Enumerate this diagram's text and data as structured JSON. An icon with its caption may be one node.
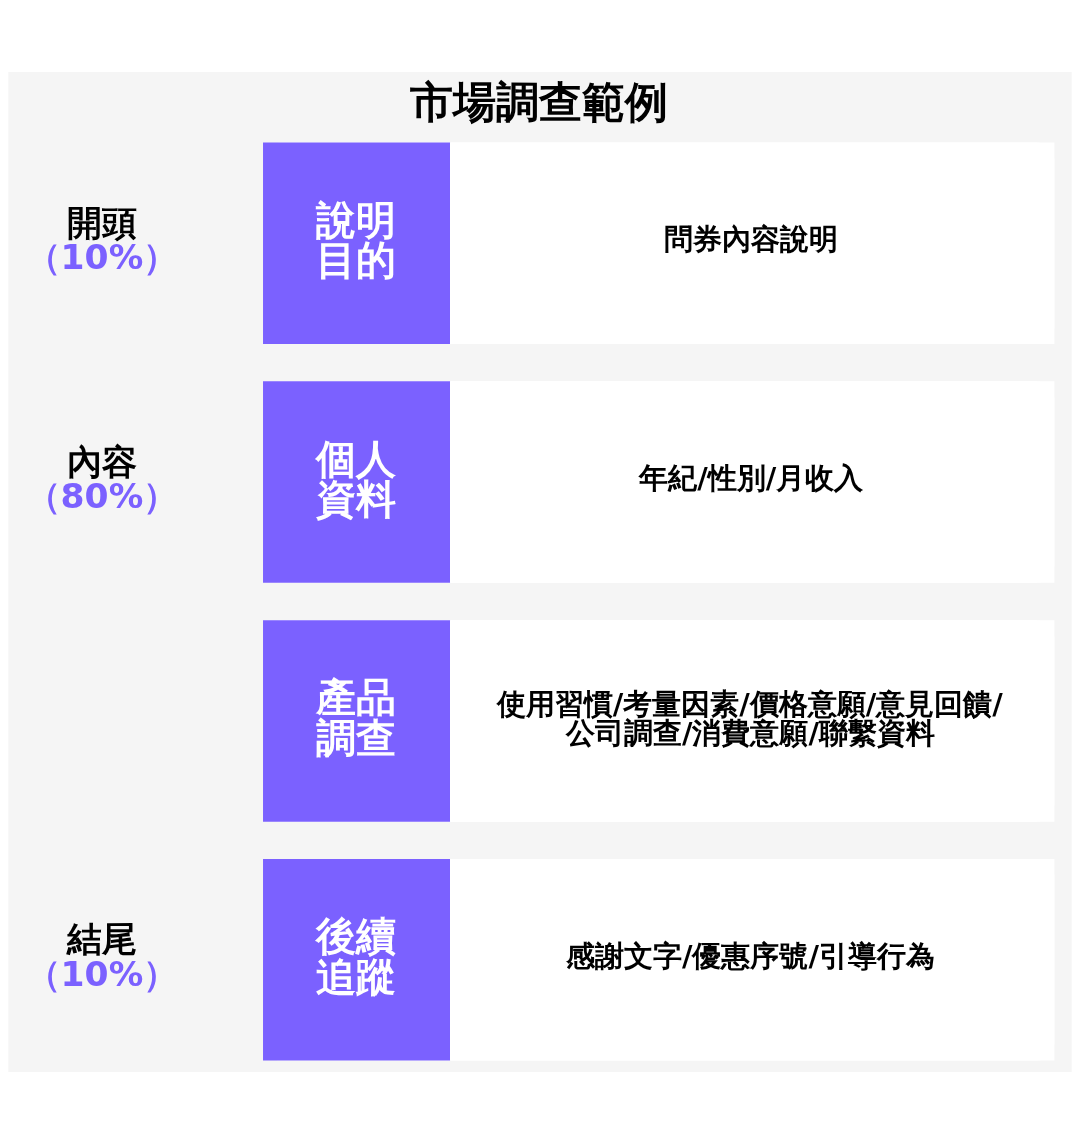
{
  "diagram": {
    "title": "市場調查範例",
    "nodes": [
      {
        "text": [
          "說明目的",
          "問券內容說明"
        ]
      },
      {
        "text": [
          "個人資料",
          "年紀/性別/月收入"
        ]
      },
      {
        "text": [
          "產品調查",
          "使用習慣/考量因素/價格意願/意見回饋/公司調查/消費意願/聯繫資料"
        ]
      },
      {
        "text": [
          "後續追蹤",
          "感謝文字/優惠序號/引導行為"
        ]
      }
    ],
    "edges": [],
    "labels": [
      "開頭",
      "（10%）",
      "內容",
      "（80%）",
      "結尾",
      "（10%）"
    ]
  }
}
